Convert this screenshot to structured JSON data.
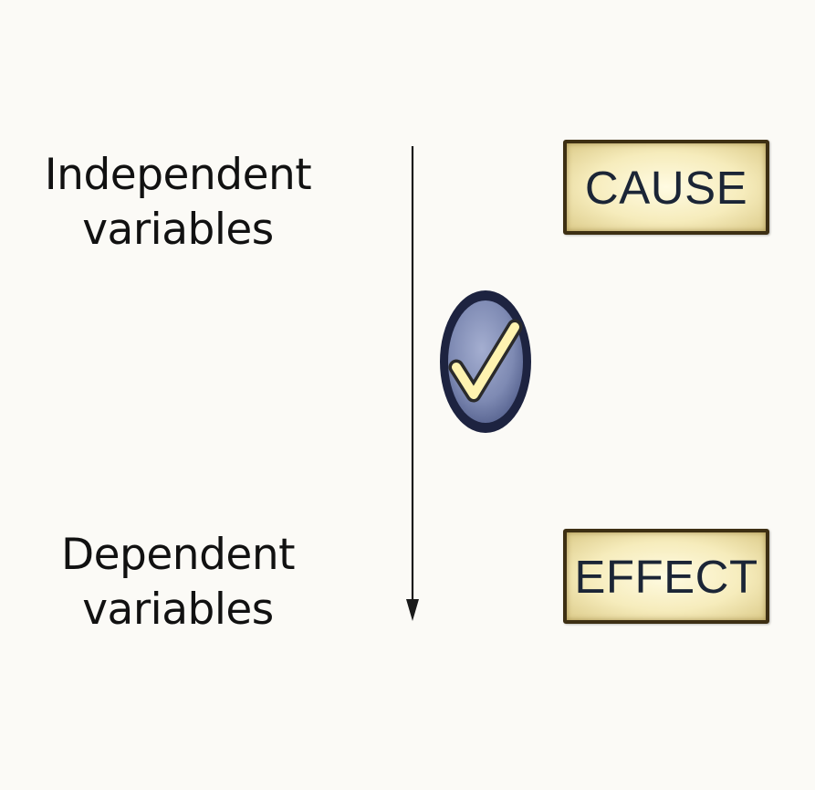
{
  "labels": {
    "independent": {
      "line1": "Independent",
      "line2": "variables"
    },
    "dependent": {
      "line1": "Dependent",
      "line2": "variables"
    }
  },
  "boxes": {
    "cause": "CAUSE",
    "effect": "EFFECT"
  },
  "icons": {
    "check": "check-mark-icon",
    "arrow": "down-arrow"
  },
  "colors": {
    "background": "#fbfaf6",
    "box_fill": "#f6ecbc",
    "box_border": "#3d2f13",
    "box_text": "#1b2536",
    "check_ring": "#1d2340",
    "check_fill": "#7d89b3",
    "check_mark": "#fff3b0"
  }
}
